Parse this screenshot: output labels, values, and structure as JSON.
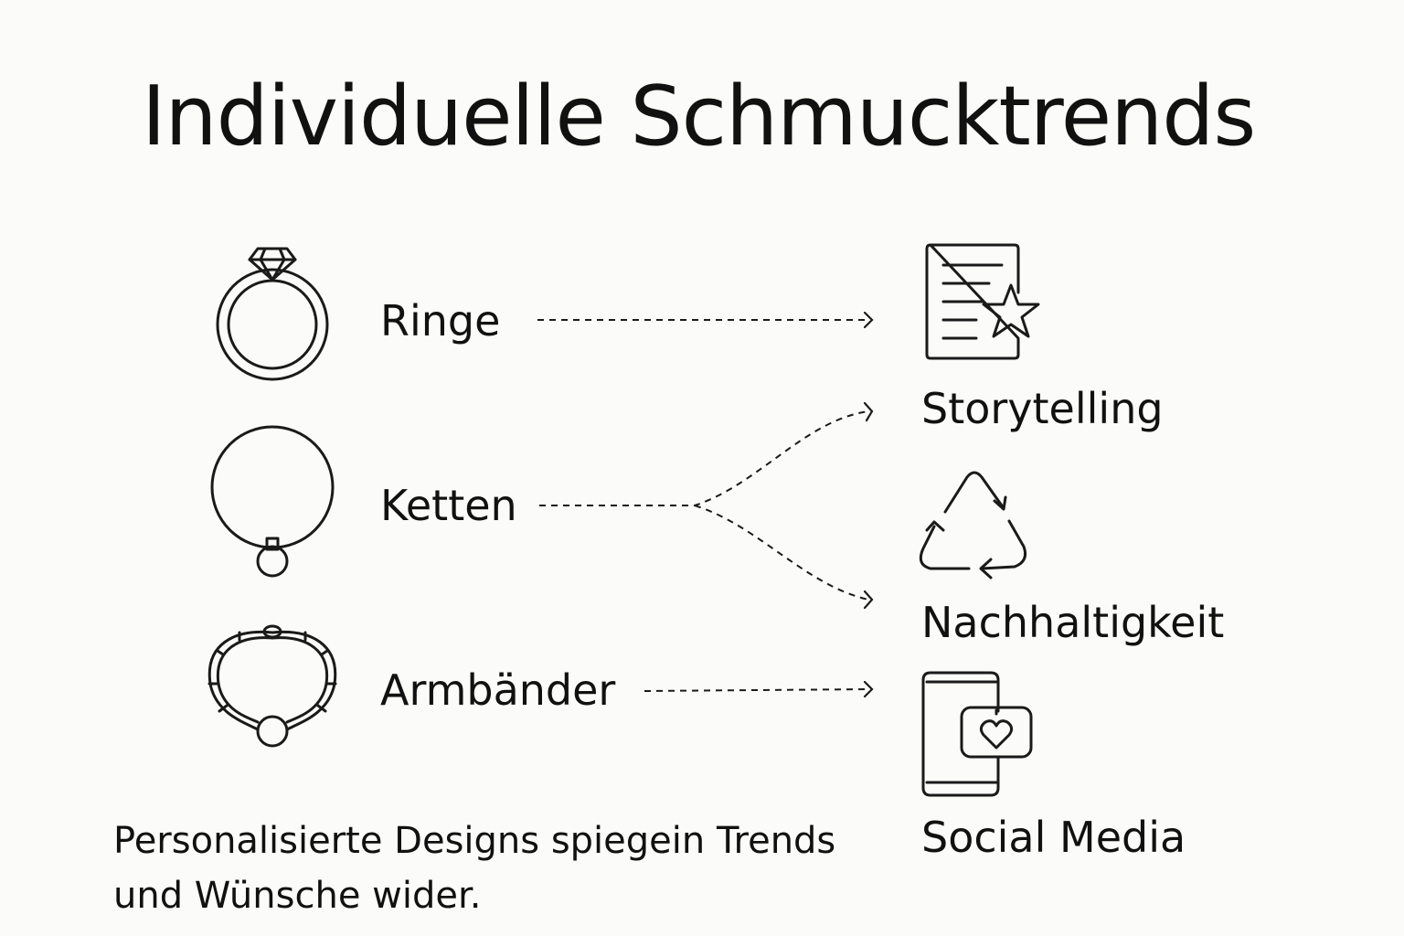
{
  "title": "Individuelle Schmucktrends",
  "sources": [
    {
      "label": "Ringe",
      "icon": "ring-icon"
    },
    {
      "label": "Ketten",
      "icon": "necklace-icon"
    },
    {
      "label": "Armbänder",
      "icon": "bracelet-icon"
    }
  ],
  "targets": [
    {
      "label": "Storytelling",
      "icon": "document-star-icon"
    },
    {
      "label": "Nachhaltigkeit",
      "icon": "recycle-icon"
    },
    {
      "label": "Social Media",
      "icon": "phone-heart-icon"
    }
  ],
  "edges": [
    {
      "from": "Ringe",
      "to": "Storytelling"
    },
    {
      "from": "Ketten",
      "to": "Storytelling"
    },
    {
      "from": "Ketten",
      "to": "Nachhaltigkeit"
    },
    {
      "from": "Armbänder",
      "to": "Social Media"
    }
  ],
  "caption": "Personalisierte Designs spiegein Trends und Wünsche wider."
}
